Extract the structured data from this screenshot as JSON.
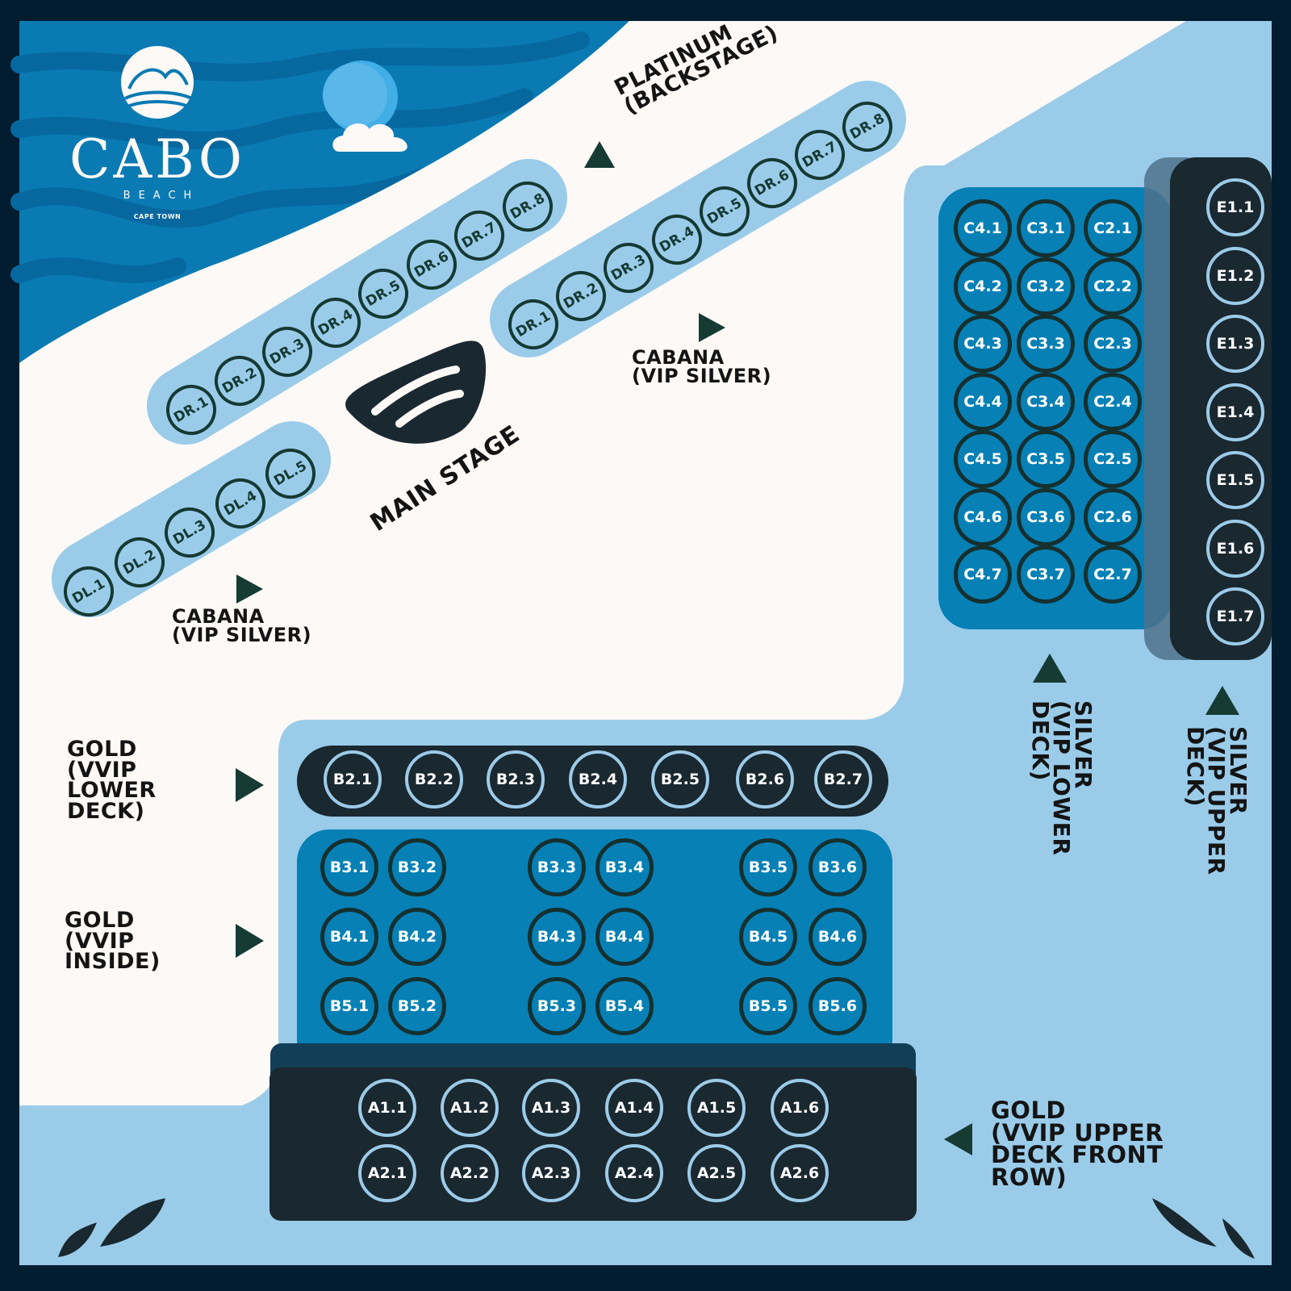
{
  "brand": {
    "name": "CABO",
    "sub": "BEACH",
    "location": "CAPE TOWN"
  },
  "colors": {
    "frame": "#021d30",
    "ocean": "#0a7ab3",
    "ocean_dark": "#0768a0",
    "sand": "#fdf9f6",
    "pool": "#9accea",
    "deck_blue": "#0680b5",
    "deck_dark": "#1a2830",
    "seat_ring_dark": "#15302f",
    "seat_ring_light": "#9ccbe8",
    "arrow": "#163b33",
    "text": "#141414"
  },
  "stage": {
    "label": "MAIN STAGE"
  },
  "sections": {
    "platinum": {
      "label": "PLATINUM\n(BACKSTAGE)"
    },
    "cabana_right": {
      "label": "CABANA\n(VIP SILVER)"
    },
    "cabana_left": {
      "label": "CABANA\n(VIP SILVER)"
    },
    "gold_lower_deck": {
      "label": "GOLD\n(VVIP\nLOWER\nDECK)"
    },
    "gold_inside": {
      "label": "GOLD\n(VVIP\nINSIDE)"
    },
    "gold_upper_front": {
      "label": "GOLD\n(VVIP UPPER\nDECK FRONT\nROW)"
    },
    "silver_lower": {
      "label": "SILVER\n(VIP LOWER\nDECK)"
    },
    "silver_upper": {
      "label": "SILVER\n(VIP UPPER\nDECK)"
    }
  },
  "seats": {
    "dr_back": [
      "DR.1",
      "DR.2",
      "DR.3",
      "DR.4",
      "DR.5",
      "DR.6",
      "DR.7",
      "DR.8"
    ],
    "dr_front": [
      "DR.1",
      "DR.2",
      "DR.3",
      "DR.4",
      "DR.5",
      "DR.6",
      "DR.7",
      "DR.8"
    ],
    "dl": [
      "DL.1",
      "DL.2",
      "DL.3",
      "DL.4",
      "DL.5"
    ],
    "c_grid": [
      [
        "C4.1",
        "C3.1",
        "C2.1"
      ],
      [
        "C4.2",
        "C3.2",
        "C2.2"
      ],
      [
        "C4.3",
        "C3.3",
        "C2.3"
      ],
      [
        "C4.4",
        "C3.4",
        "C2.4"
      ],
      [
        "C4.5",
        "C3.5",
        "C2.5"
      ],
      [
        "C4.6",
        "C3.6",
        "C2.6"
      ],
      [
        "C4.7",
        "C3.7",
        "C2.7"
      ]
    ],
    "e_col": [
      "E1.1",
      "E1.2",
      "E1.3",
      "E1.4",
      "E1.5",
      "E1.6",
      "E1.7"
    ],
    "b2": [
      "B2.1",
      "B2.2",
      "B2.3",
      "B2.4",
      "B2.5",
      "B2.6",
      "B2.7"
    ],
    "b_grid": [
      [
        "B3.1",
        "B3.2",
        "B3.3",
        "B3.4",
        "B3.5",
        "B3.6"
      ],
      [
        "B4.1",
        "B4.2",
        "B4.3",
        "B4.4",
        "B4.5",
        "B4.6"
      ],
      [
        "B5.1",
        "B5.2",
        "B5.3",
        "B5.4",
        "B5.5",
        "B5.6"
      ]
    ],
    "a_grid": [
      [
        "A1.1",
        "A1.2",
        "A1.3",
        "A1.4",
        "A1.5",
        "A1.6"
      ],
      [
        "A2.1",
        "A2.2",
        "A2.3",
        "A2.4",
        "A2.5",
        "A2.6"
      ]
    ]
  }
}
